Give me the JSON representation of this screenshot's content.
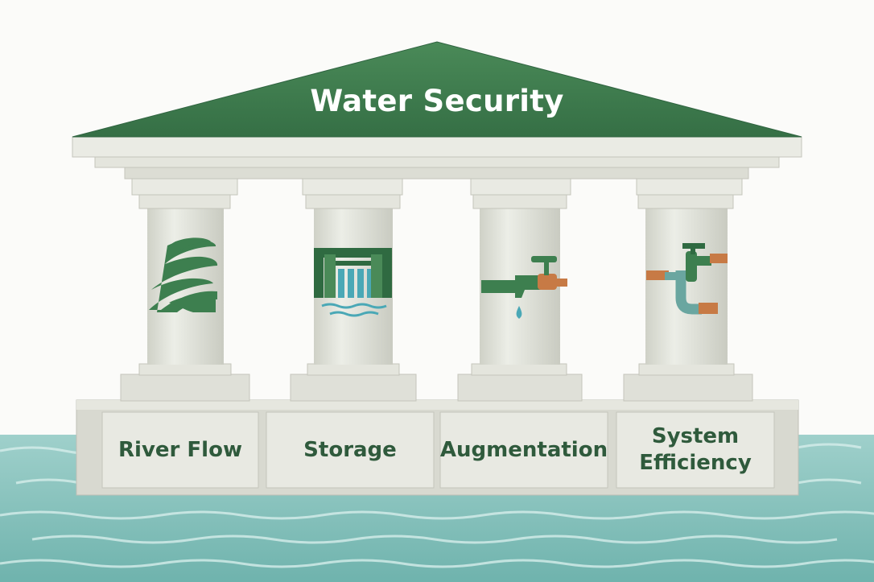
{
  "title": "Water Security",
  "pillars": [
    {
      "label": "River Flow",
      "icon": "river-icon"
    },
    {
      "label": "Storage",
      "icon": "dam-icon"
    },
    {
      "label": "Augmentation",
      "icon": "tap-icon"
    },
    {
      "label": "System Efficiency",
      "icon": "pipe-valve-icon"
    }
  ],
  "colors": {
    "roof": "#3f7f4f",
    "stone": "#e3e4dc",
    "label_text": "#2f5a3c",
    "water": "#7fbcb7",
    "copper": "#c77a45"
  }
}
